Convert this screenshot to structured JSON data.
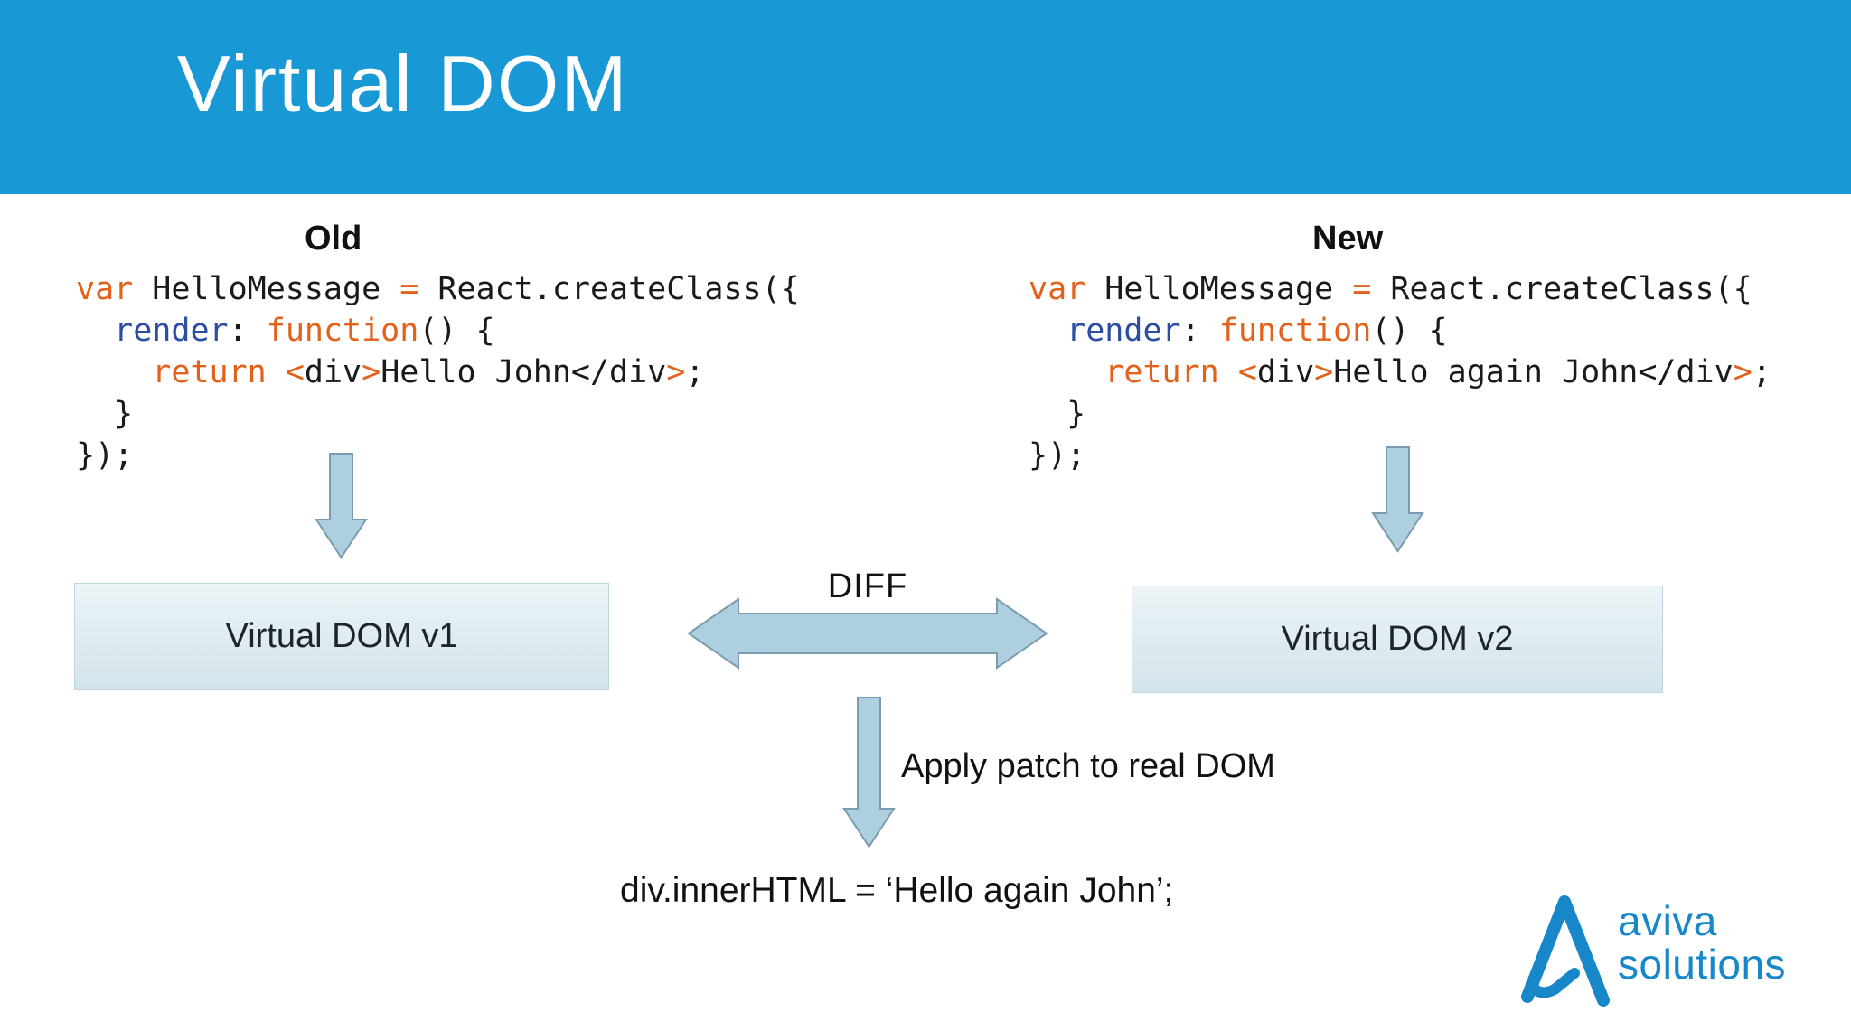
{
  "slide": {
    "title": "Virtual DOM"
  },
  "colors": {
    "header_bg": "#1899d6",
    "code_orange": "#e2621b",
    "code_blue": "#2b4ea3",
    "arrow_fill": "#aecfdf",
    "arrow_stroke": "#7b9cb0",
    "logo_blue": "#1787c9"
  },
  "old_section": {
    "label": "Old",
    "code": [
      [
        {
          "t": "var",
          "c": "o"
        },
        {
          "t": " HelloMessage ",
          "c": "k"
        },
        {
          "t": "=",
          "c": "o"
        },
        {
          "t": " React.createClass({",
          "c": "k"
        }
      ],
      [
        {
          "t": "  ",
          "c": "k"
        },
        {
          "t": "render",
          "c": "b"
        },
        {
          "t": ": ",
          "c": "k"
        },
        {
          "t": "function",
          "c": "o"
        },
        {
          "t": "() {",
          "c": "k"
        }
      ],
      [
        {
          "t": "    ",
          "c": "k"
        },
        {
          "t": "return",
          "c": "o"
        },
        {
          "t": " ",
          "c": "k"
        },
        {
          "t": "<",
          "c": "o"
        },
        {
          "t": "div",
          "c": "k"
        },
        {
          "t": ">",
          "c": "o"
        },
        {
          "t": "Hello John</div",
          "c": "k"
        },
        {
          "t": ">",
          "c": "o"
        },
        {
          "t": ";",
          "c": "k"
        }
      ],
      [
        {
          "t": "  }",
          "c": "k"
        }
      ],
      [
        {
          "t": "});",
          "c": "k"
        }
      ]
    ]
  },
  "new_section": {
    "label": "New",
    "code": [
      [
        {
          "t": "var",
          "c": "o"
        },
        {
          "t": " HelloMessage ",
          "c": "k"
        },
        {
          "t": "=",
          "c": "o"
        },
        {
          "t": " React.createClass({",
          "c": "k"
        }
      ],
      [
        {
          "t": "  ",
          "c": "k"
        },
        {
          "t": "render",
          "c": "b"
        },
        {
          "t": ": ",
          "c": "k"
        },
        {
          "t": "function",
          "c": "o"
        },
        {
          "t": "() {",
          "c": "k"
        }
      ],
      [
        {
          "t": "    ",
          "c": "k"
        },
        {
          "t": "return",
          "c": "o"
        },
        {
          "t": " ",
          "c": "k"
        },
        {
          "t": "<",
          "c": "o"
        },
        {
          "t": "div",
          "c": "k"
        },
        {
          "t": ">",
          "c": "o"
        },
        {
          "t": "Hello again John</div",
          "c": "k"
        },
        {
          "t": ">",
          "c": "o"
        },
        {
          "t": ";",
          "c": "k"
        }
      ],
      [
        {
          "t": "  }",
          "c": "k"
        }
      ],
      [
        {
          "t": "});",
          "c": "k"
        }
      ]
    ]
  },
  "diagram": {
    "box_v1": "Virtual DOM v1",
    "box_v2": "Virtual DOM v2",
    "diff_label": "DIFF",
    "apply_label": "Apply patch to real DOM",
    "result_line": "div.innerHTML = ‘Hello again John’;"
  },
  "logo": {
    "line1": "aviva",
    "line2": "solutions"
  }
}
